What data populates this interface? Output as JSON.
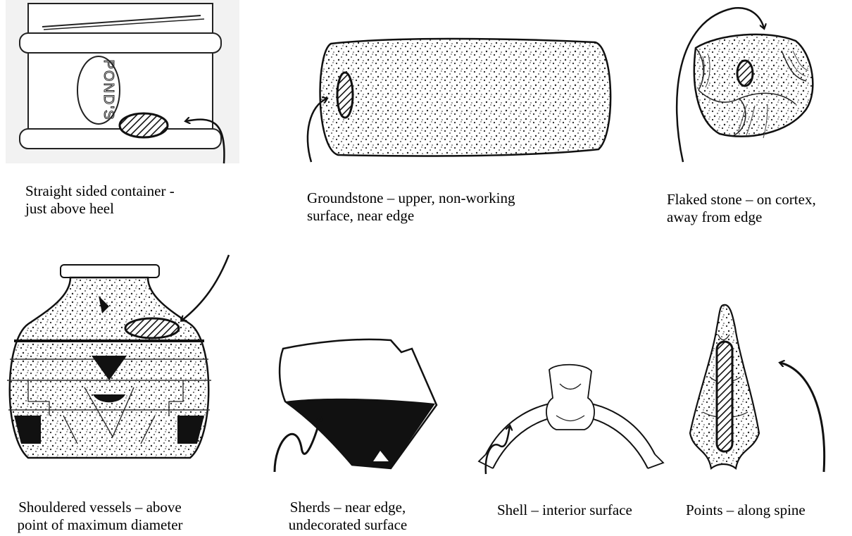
{
  "panels": [
    {
      "id": "container",
      "caption": [
        "Straight sided container -",
        "just above heel"
      ]
    },
    {
      "id": "groundstone",
      "caption": [
        "Groundstone – upper, non-working",
        "surface, near edge"
      ]
    },
    {
      "id": "flaked-stone",
      "caption": [
        "Flaked stone – on cortex,",
        "away from edge"
      ]
    },
    {
      "id": "vessel",
      "caption": [
        "Shouldered vessels – above",
        "point of maximum diameter"
      ]
    },
    {
      "id": "sherd",
      "caption": [
        "Sherds – near edge,",
        "undecorated surface"
      ]
    },
    {
      "id": "shell",
      "caption": [
        "Shell – interior surface"
      ]
    },
    {
      "id": "point",
      "caption": [
        "Points – along spine"
      ]
    }
  ],
  "jar_label": "POND'S"
}
